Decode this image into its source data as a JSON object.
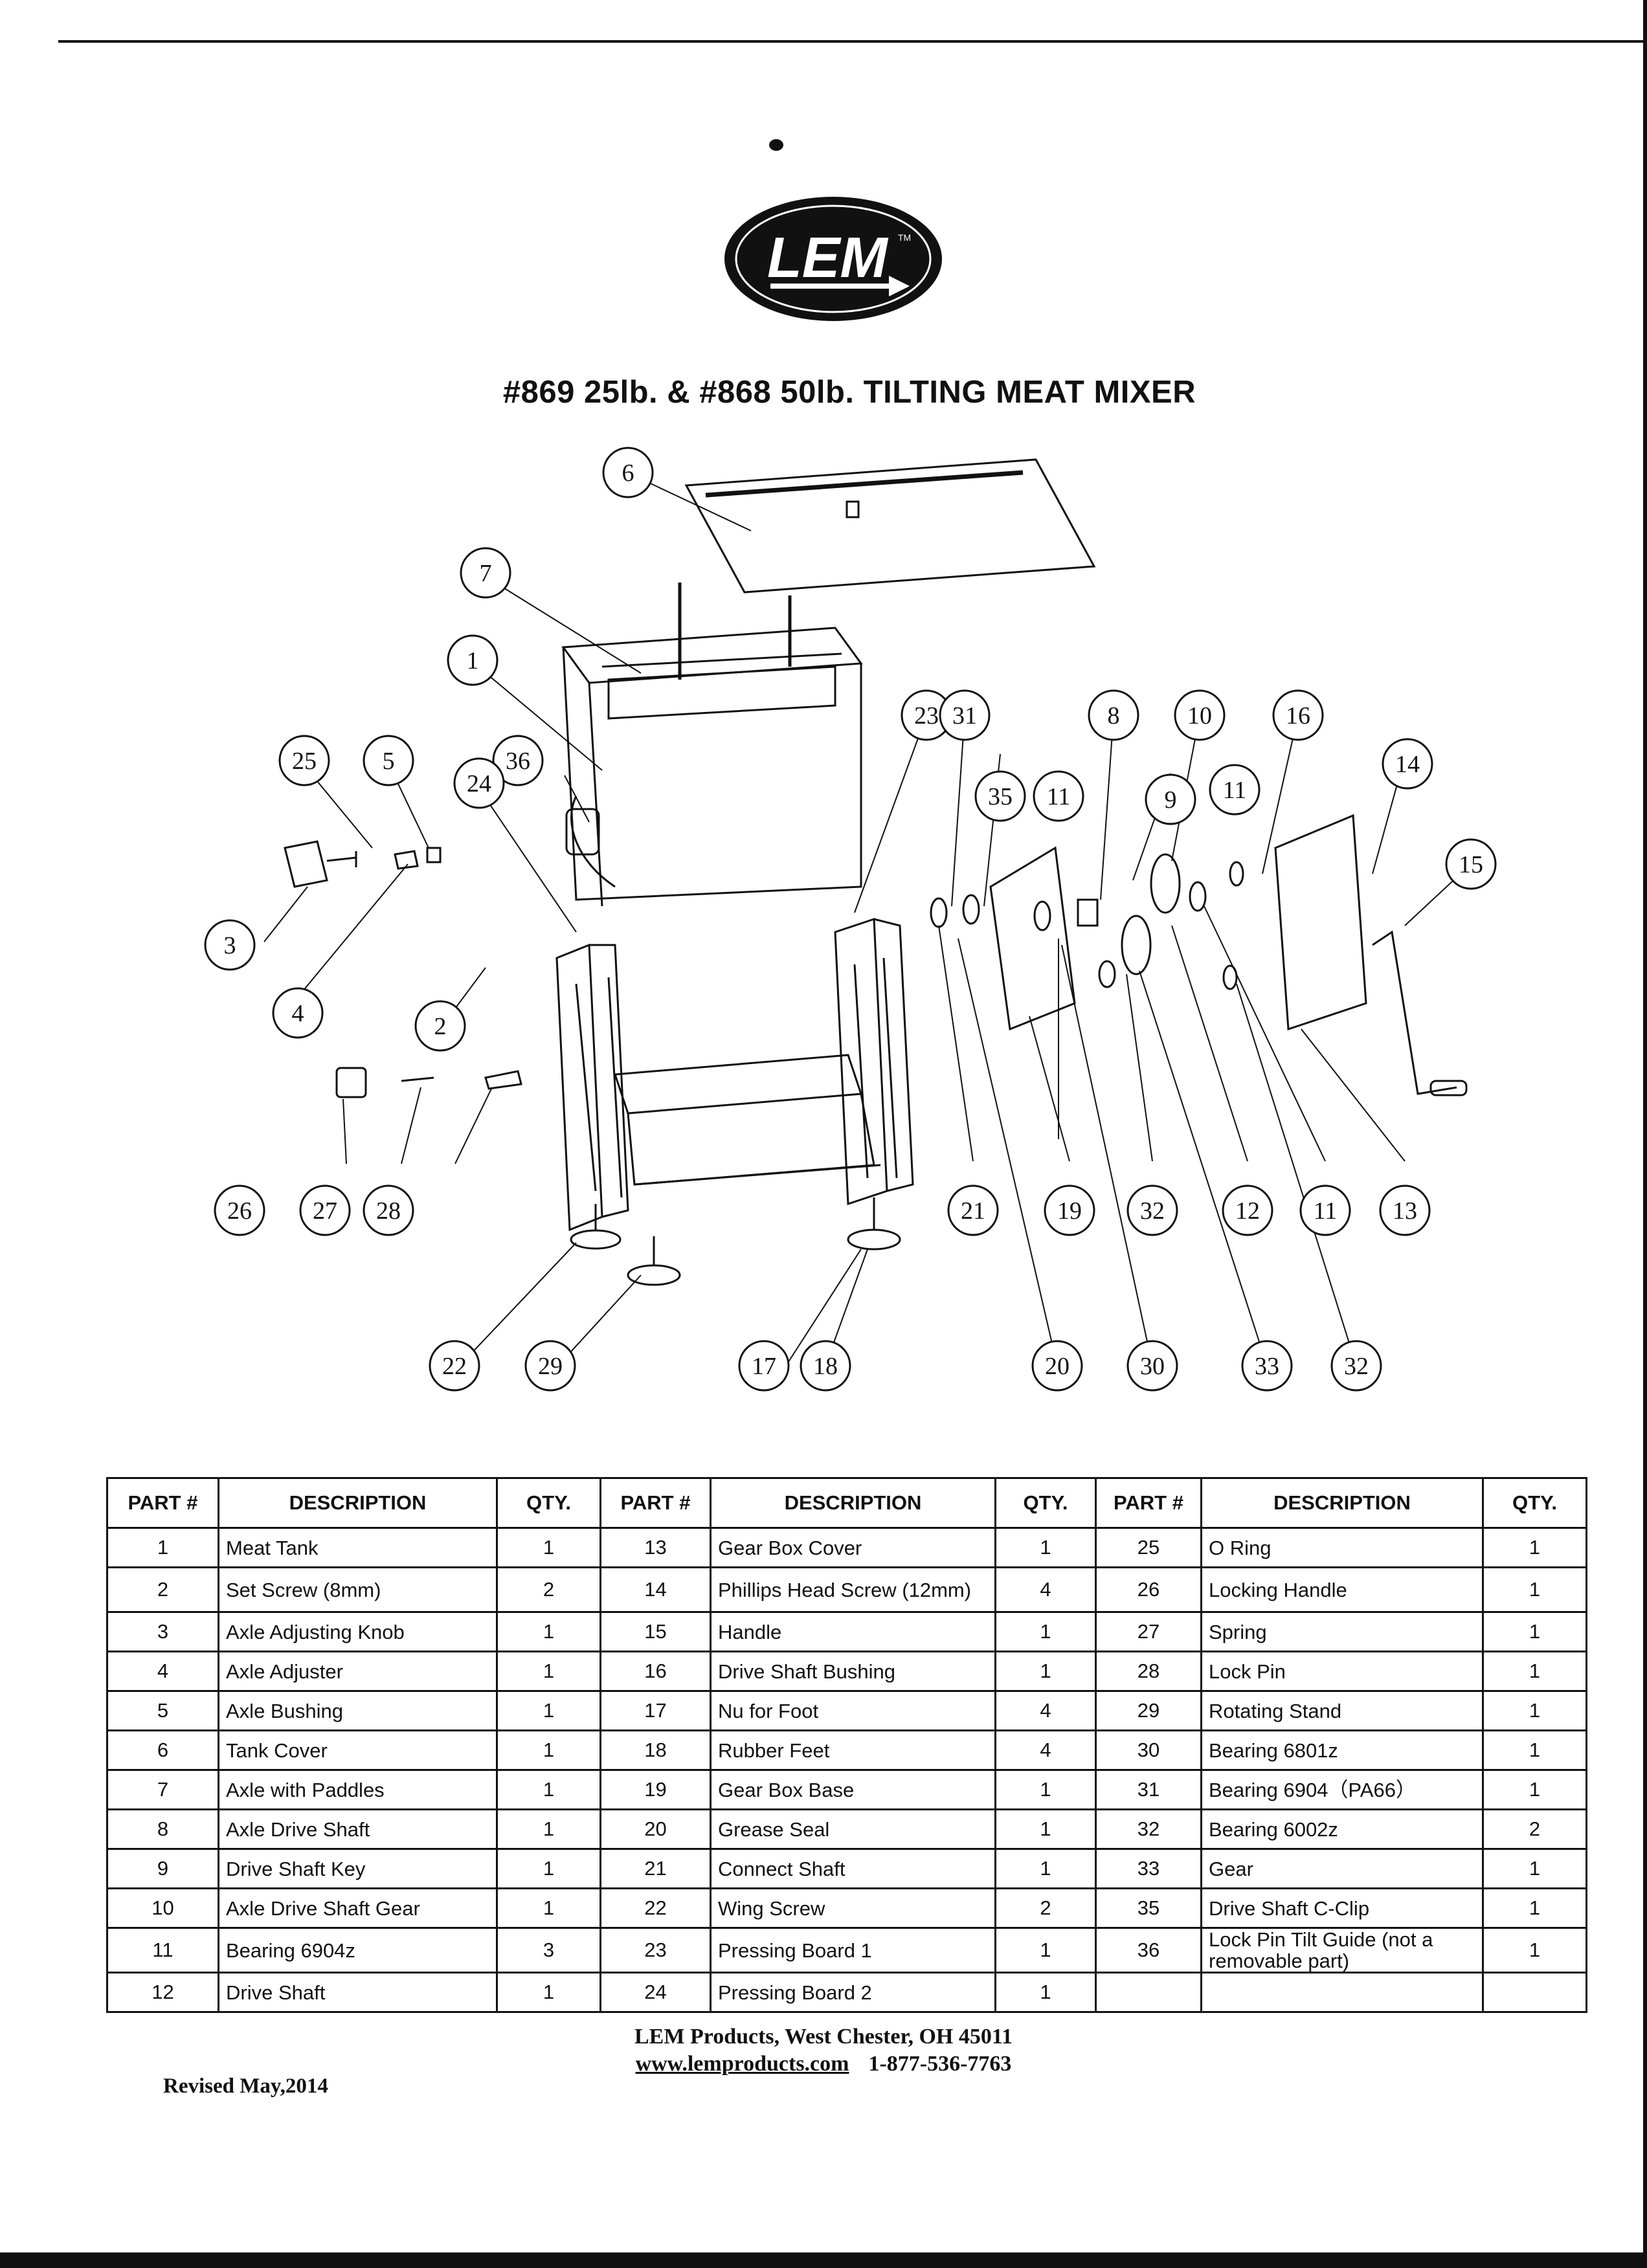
{
  "logo": {
    "text": "LEM",
    "tm": "TM"
  },
  "title": "#869 25lb.  & #868 50lb. TILTING MEAT MIXER",
  "diagram": {
    "callouts": [
      "6",
      "7",
      "1",
      "25",
      "5",
      "36",
      "24",
      "3",
      "4",
      "2",
      "23",
      "31",
      "35",
      "11",
      "8",
      "9",
      "10",
      "16",
      "11",
      "14",
      "15",
      "26",
      "27",
      "28",
      "21",
      "19",
      "32",
      "12",
      "11",
      "13",
      "22",
      "29",
      "17",
      "18",
      "20",
      "30",
      "33",
      "32"
    ]
  },
  "table": {
    "headers": [
      "PART #",
      "DESCRIPTION",
      "QTY.",
      "PART #",
      "DESCRIPTION",
      "QTY.",
      "PART #",
      "DESCRIPTION",
      "QTY."
    ],
    "rows": [
      [
        "1",
        "Meat Tank",
        "1",
        "13",
        "Gear Box Cover",
        "1",
        "25",
        "O Ring",
        "1"
      ],
      [
        "2",
        "Set Screw (8mm)",
        "2",
        "14",
        "Phillips Head Screw (12mm)",
        "4",
        "26",
        "Locking Handle",
        "1"
      ],
      [
        "3",
        "Axle Adjusting Knob",
        "1",
        "15",
        "Handle",
        "1",
        "27",
        "Spring",
        "1"
      ],
      [
        "4",
        "Axle Adjuster",
        "1",
        "16",
        "Drive Shaft Bushing",
        "1",
        "28",
        "Lock Pin",
        "1"
      ],
      [
        "5",
        "Axle Bushing",
        "1",
        "17",
        "Nu for  Foot",
        "4",
        "29",
        "Rotating Stand",
        "1"
      ],
      [
        "6",
        "Tank Cover",
        "1",
        "18",
        "Rubber Feet",
        "4",
        "30",
        "Bearing 6801z",
        "1"
      ],
      [
        "7",
        "Axle with Paddles",
        "1",
        "19",
        "Gear Box Base",
        "1",
        "31",
        "Bearing 6904（PA66）",
        "1"
      ],
      [
        "8",
        "Axle Drive Shaft",
        "1",
        "20",
        "Grease Seal",
        "1",
        "32",
        "Bearing 6002z",
        "2"
      ],
      [
        "9",
        "Drive Shaft Key",
        "1",
        "21",
        "Connect Shaft",
        "1",
        "33",
        "Gear",
        "1"
      ],
      [
        "10",
        "Axle Drive Shaft Gear",
        "1",
        "22",
        "Wing Screw",
        "2",
        "35",
        "Drive Shaft C-Clip",
        "1"
      ],
      [
        "11",
        "Bearing 6904z",
        "3",
        "23",
        "Pressing Board 1",
        "1",
        "36",
        "Lock Pin Tilt Guide (not a removable part)",
        "1"
      ],
      [
        "12",
        "Drive Shaft",
        "1",
        "24",
        "Pressing Board 2",
        "1",
        "",
        "",
        ""
      ]
    ]
  },
  "footer": {
    "company": "LEM Products, West Chester, OH 45011",
    "website": "www.lemproducts.com",
    "phone": "1-877-536-7763"
  },
  "revised": "Revised May,2014"
}
